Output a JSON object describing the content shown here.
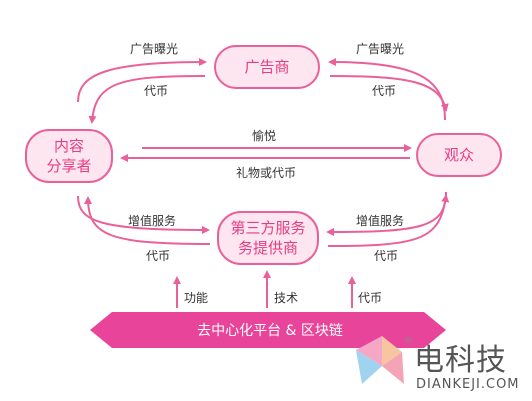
{
  "nodes": {
    "advertiser": "广告商",
    "creator": "内容\n分享者",
    "viewer": "观众",
    "provider": "第三方服务\n务提供商"
  },
  "edges": {
    "tl_top": "广告曝光",
    "tl_bottom": "代币",
    "tr_top": "广告曝光",
    "tr_bottom": "代币",
    "mid_top": "愉悦",
    "mid_bottom": "礼物或代币",
    "bl_top": "增值服务",
    "bl_bottom": "代币",
    "br_top": "增值服务",
    "br_bottom": "代币",
    "up1": "功能",
    "up2": "技术",
    "up3": "代币"
  },
  "platform": "去中心化平台  &  区块链",
  "watermark": {
    "brand": "电科技",
    "domain": "DIANKEJI.COM",
    "reg": "®"
  },
  "colors": {
    "accent": "#e63d85",
    "node_fill": "#fde6ef",
    "band": "#e8449a"
  }
}
